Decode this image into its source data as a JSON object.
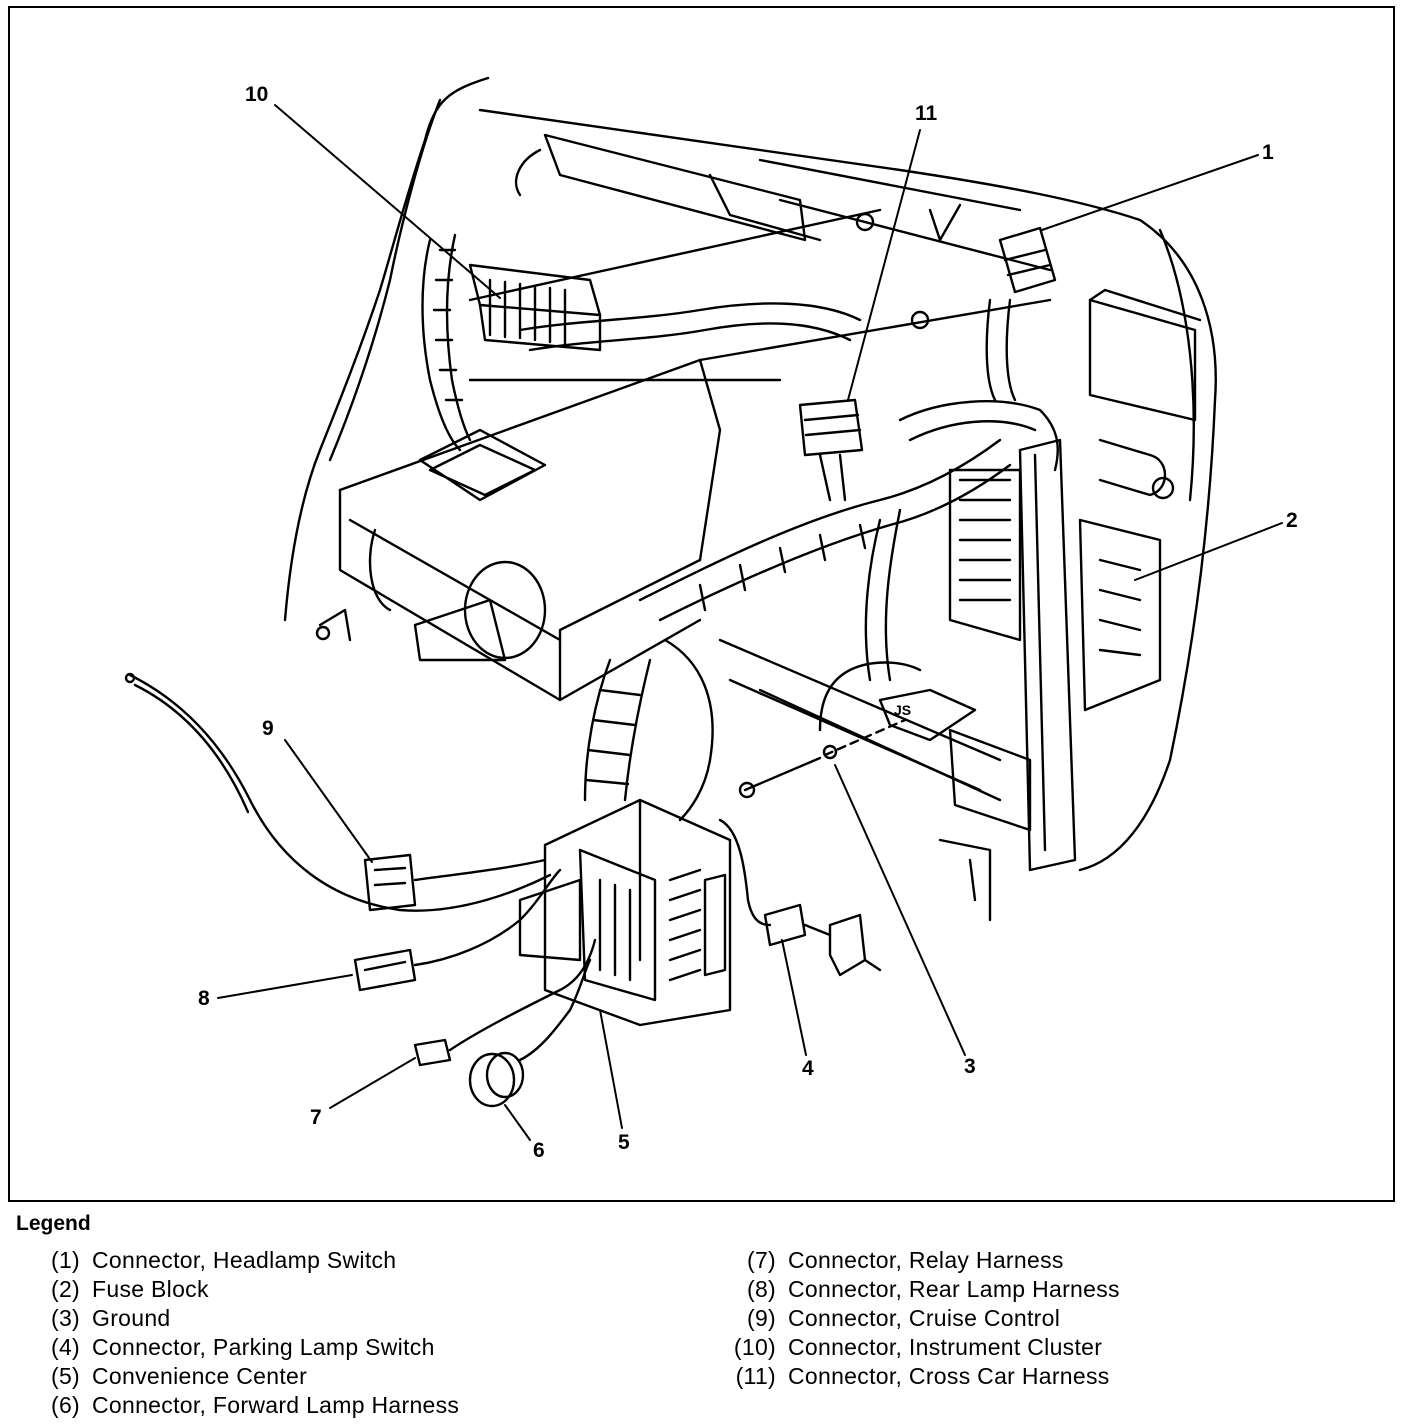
{
  "diagram": {
    "callouts": [
      {
        "id": "1",
        "label": "1"
      },
      {
        "id": "2",
        "label": "2"
      },
      {
        "id": "3",
        "label": "3"
      },
      {
        "id": "4",
        "label": "4"
      },
      {
        "id": "5",
        "label": "5"
      },
      {
        "id": "6",
        "label": "6"
      },
      {
        "id": "7",
        "label": "7"
      },
      {
        "id": "8",
        "label": "8"
      },
      {
        "id": "9",
        "label": "9"
      },
      {
        "id": "10",
        "label": "10"
      },
      {
        "id": "11",
        "label": "11"
      }
    ],
    "tag_text": "JS"
  },
  "legend": {
    "title": "Legend",
    "left_column": [
      {
        "num": "(1)",
        "text": "Connector, Headlamp Switch"
      },
      {
        "num": "(2)",
        "text": "Fuse Block"
      },
      {
        "num": "(3)",
        "text": "Ground"
      },
      {
        "num": "(4)",
        "text": "Connector, Parking Lamp Switch"
      },
      {
        "num": "(5)",
        "text": "Convenience Center"
      },
      {
        "num": "(6)",
        "text": "Connector, Forward Lamp Harness"
      }
    ],
    "right_column": [
      {
        "num": "(7)",
        "text": "Connector, Relay Harness"
      },
      {
        "num": "(8)",
        "text": "Connector, Rear Lamp Harness"
      },
      {
        "num": "(9)",
        "text": "Connector, Cruise Control"
      },
      {
        "num": "(10)",
        "text": "Connector, Instrument Cluster"
      },
      {
        "num": "(11)",
        "text": "Connector, Cross Car Harness"
      }
    ]
  }
}
